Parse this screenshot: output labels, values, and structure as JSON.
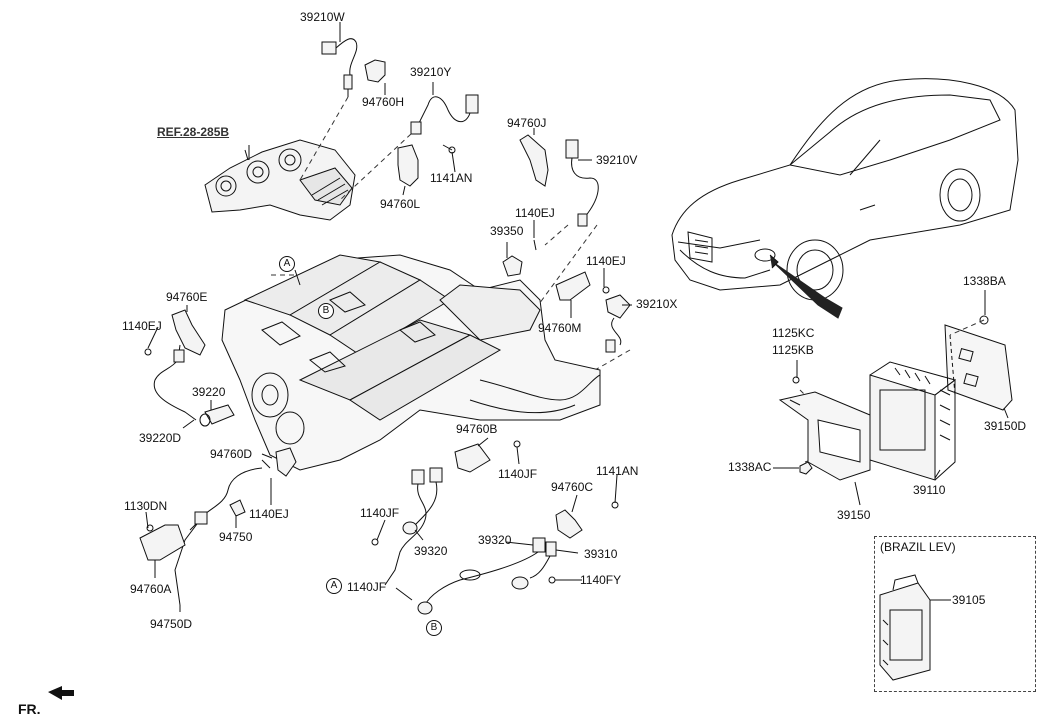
{
  "labels": {
    "p39210W": "39210W",
    "p94760H": "94760H",
    "p39210Y": "39210Y",
    "ref": "REF.28-285B",
    "p94760L": "94760L",
    "p1141AN_a": "1141AN",
    "p94760J": "94760J",
    "p39210V": "39210V",
    "p1140EJ_a": "1140EJ",
    "p39350": "39350",
    "p1140EJ_b": "1140EJ",
    "p39210X": "39210X",
    "p94760M": "94760M",
    "p94760E": "94760E",
    "p1140EJ_c": "1140EJ",
    "p39220": "39220",
    "p39220D": "39220D",
    "p94760D": "94760D",
    "p1140EJ_d": "1140EJ",
    "p1130DN": "1130DN",
    "p94750": "94750",
    "p94760A": "94760A",
    "p94750D": "94750D",
    "p94760B": "94760B",
    "p1140JF_a": "1140JF",
    "p1140JF_b": "1140JF",
    "p39320_a": "39320",
    "p1141AN_b": "1141AN",
    "p94760C": "94760C",
    "p39320_b": "39320",
    "p39310": "39310",
    "p1140JF_c": "1140JF",
    "p1140FY": "1140FY",
    "p1338BA": "1338BA",
    "p1125KC": "1125KC",
    "p1125KB": "1125KB",
    "p39150D": "39150D",
    "p1338AC": "1338AC",
    "p39110": "39110",
    "p39150": "39150",
    "brazil": "(BRAZIL LEV)",
    "p39105": "39105",
    "fr": "FR."
  },
  "circles": {
    "A_top": "A",
    "B_top": "B",
    "A_bottom": "A",
    "B_bottom": "B"
  },
  "colors": {
    "line": "#111111",
    "part_fill": "#f4f4f4",
    "car_fill": "#ffffff",
    "harness_shadow": "#222222"
  }
}
